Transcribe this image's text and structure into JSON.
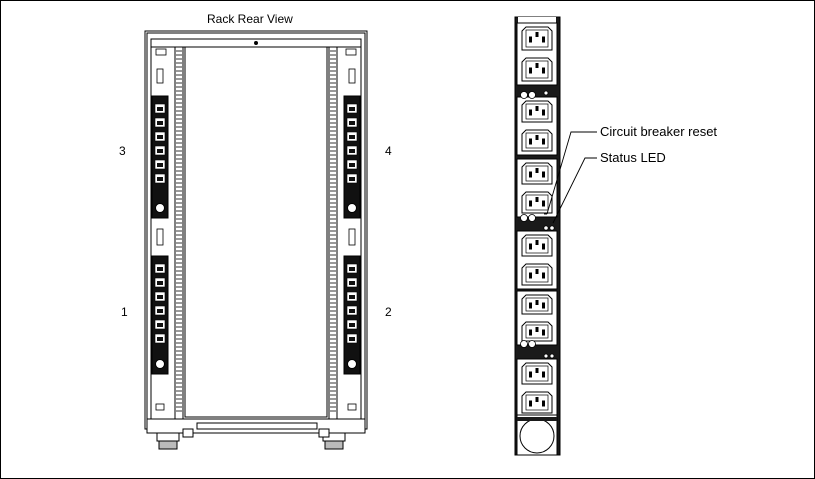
{
  "rack": {
    "title": "Rack Rear View",
    "pdu_labels": {
      "top_left": "3",
      "top_right": "4",
      "bottom_left": "1",
      "bottom_right": "2"
    }
  },
  "pdu_detail": {
    "callouts": {
      "circuit_breaker_reset": "Circuit breaker reset",
      "status_led": "Status LED"
    },
    "outlet_groups": 6,
    "outlets_per_group": 2
  }
}
